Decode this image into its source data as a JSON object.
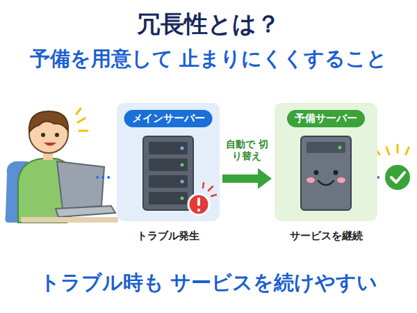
{
  "diagram": {
    "title": "冗長性とは？",
    "caption": "トラブル時も サービスを続けやすい",
    "nodes": [
      {
        "text": [
          "メインサーバー",
          "トラブル発生"
        ]
      },
      {
        "text": [
          "予備サーバー",
          "サービスを継続"
        ]
      }
    ],
    "edges": [
      {
        "from": 0,
        "to": 1,
        "label": "自動で 切り替え",
        "arrow": "to"
      }
    ],
    "labels": [
      "予備を用意して 止まりにくくすること"
    ]
  }
}
